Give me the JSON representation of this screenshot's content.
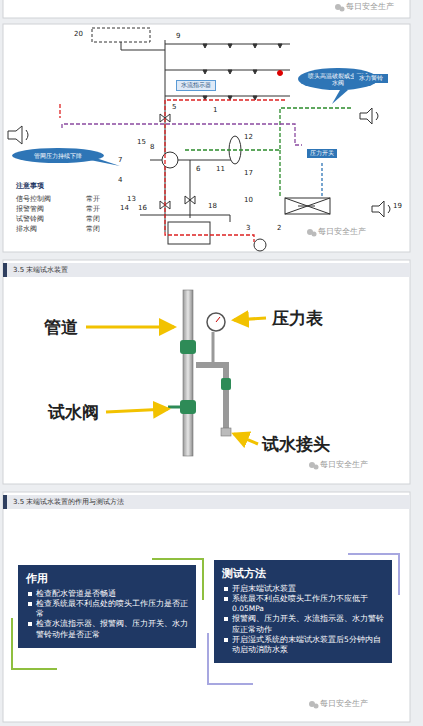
{
  "diagram": {
    "nodes": [
      {
        "text": [
          "喷头高温破裂或全开试水阀"
        ]
      },
      {
        "text": [
          "水流指示器"
        ]
      },
      {
        "text": [
          "水力警铃"
        ]
      },
      {
        "text": [
          "压力开关"
        ]
      },
      {
        "text": [
          "管网压力持续下降"
        ]
      },
      {
        "text": [
          "3.5 末端试水装置"
        ]
      },
      {
        "text": [
          "3.5 末端试水装置的作用与测试方法"
        ]
      },
      {
        "text": [
          "作用",
          "检查配水管道是否畅通",
          "检查系统最不利点处的喷头工作压力是否正常",
          "检查水流指示器、报警阀、压力开关、水力警铃动作是否正常"
        ]
      },
      {
        "text": [
          "测试方法",
          "开启末端试水装置",
          "系统最不利点处喷头工作压力不应低于0.05MPa",
          "报警阀、压力开关、水流指示器、水力警铃应正常动作",
          "开启湿式系统的末端试水装置后5分钟内自动启动消防水泵"
        ]
      }
    ],
    "labels": [
      "每日安全生产",
      "20",
      "9",
      "1",
      "5",
      "4",
      "15",
      "7",
      "8",
      "11",
      "12",
      "17",
      "13",
      "14",
      "16",
      "18",
      "10",
      "6",
      "2",
      "3",
      "19",
      "注意事项",
      "信号控制阀",
      "常开",
      "报警管阀",
      "常开",
      "试警铃阀",
      "常闭",
      "排水阀",
      "常闭",
      "每日安全生产",
      "管道",
      "压力表",
      "试水阀",
      "试水接头",
      "每日安全生产",
      "每日安全生产"
    ]
  }
}
